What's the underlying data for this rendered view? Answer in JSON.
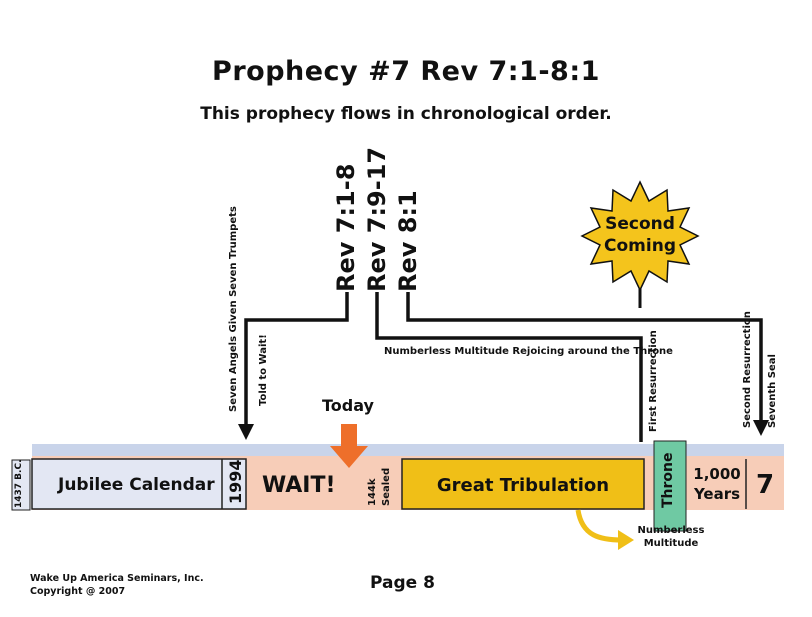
{
  "header": {
    "title": "Prophecy #7   Rev 7:1-8:1",
    "subtitle": "This prophecy flows in chronological order."
  },
  "refs": {
    "rev71": "Rev 7:1-8",
    "rev79": "Rev 7:9-17",
    "rev81": "Rev 8:1"
  },
  "labels": {
    "seven_angels": "Seven Angels Given Seven Trumpets",
    "told_to_wait": "Told to Wait!",
    "multitude_rejoicing": "Numberless Multitude Rejoicing around the Throne",
    "first_resurrection": "First Resurrection",
    "second_resurrection": "Second Resurrection",
    "seventh_seal": "Seventh Seal",
    "second_coming_1": "Second",
    "second_coming_2": "Coming",
    "today": "Today",
    "numberless_1": "Numberless",
    "numberless_2": "Multitude"
  },
  "timeline": {
    "year_start": "1437 B.C.",
    "jubilee": "Jubilee Calendar",
    "year_1994": "1994",
    "wait": "WAIT!",
    "sealed_1": "144k",
    "sealed_2": "Sealed",
    "tribulation": "Great Tribulation",
    "throne": "Throne",
    "millennium_1": "1,000",
    "millennium_2": "Years",
    "seven": "7"
  },
  "footer": {
    "org": "Wake Up America Seminars, Inc.",
    "copyright": "Copyright @ 2007",
    "page": "Page 8"
  },
  "colors": {
    "jubilee_bg": "#e3e7f3",
    "wait_bg": "#f7cdb8",
    "tribulation_bg": "#f0bf17",
    "throne_bg": "#6fc9a3",
    "top_band": "#c9d4ea",
    "today_arrow": "#ee6f2a",
    "sun_fill": "#f4c41c"
  }
}
